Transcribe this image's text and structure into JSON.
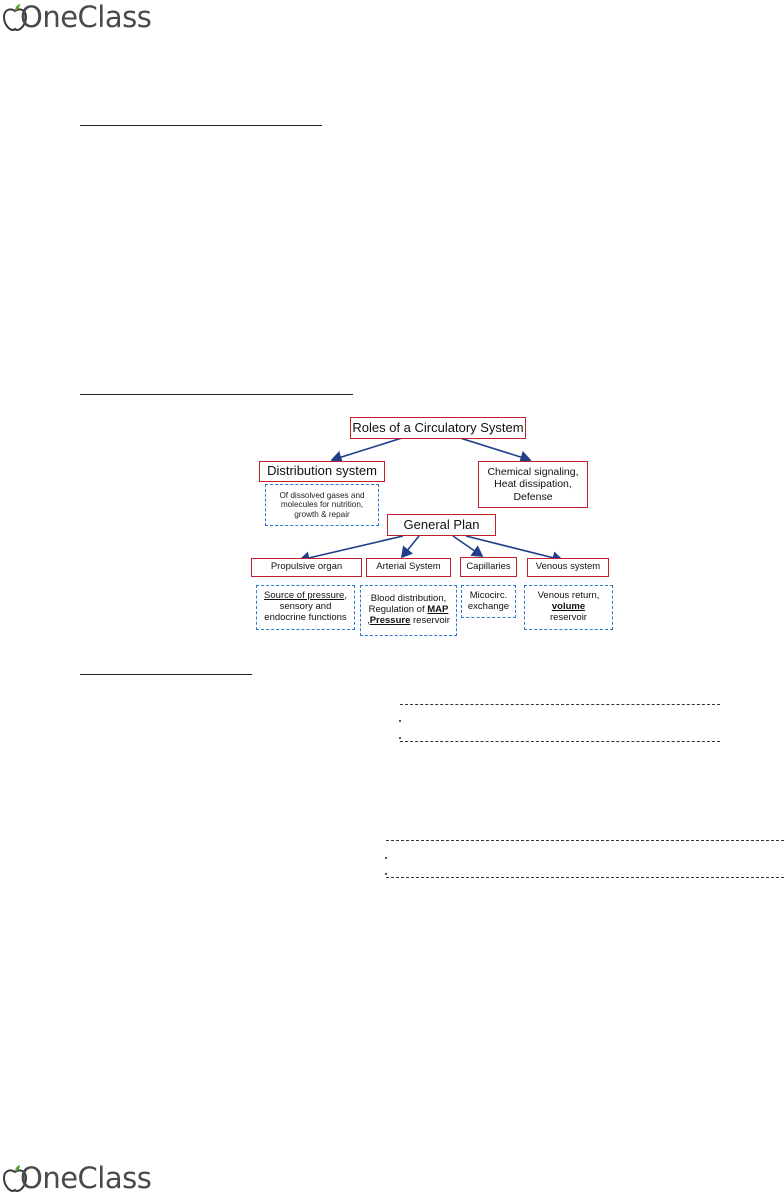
{
  "brand": {
    "name": "OneClass"
  },
  "diagram": {
    "root": "Roles of a Circulatory System",
    "distribution": "Distribution system",
    "chemical": {
      "line1": "Chemical signaling,",
      "line2": "Heat dissipation,",
      "line3": "Defense"
    },
    "distribution_note": {
      "line1": "Of dissolved gases and",
      "line2": "molecules for nutrition,",
      "line3": "growth & repair"
    },
    "general_plan": "General Plan",
    "propulsive": "Propulsive organ",
    "arterial": "Arterial System",
    "capillaries": "Capillaries",
    "venous": "Venous system",
    "propulsive_note": {
      "line1": "Source of pressure",
      "line1_suffix": ",",
      "line2": "sensory and",
      "line3": "endocrine functions"
    },
    "arterial_note": {
      "line1": "Blood distribution,",
      "line2_pre": "Regulation of ",
      "line2_bold": "MAP",
      "line3_pre": ",",
      "line3_bold": "Pressure",
      "line3_post": " reservoir"
    },
    "capillaries_note": {
      "line1": "Micocirc.",
      "line2": "exchange"
    },
    "venous_note": {
      "line1": "Venous return,",
      "line2": "volume",
      "line3": "reservoir"
    }
  }
}
